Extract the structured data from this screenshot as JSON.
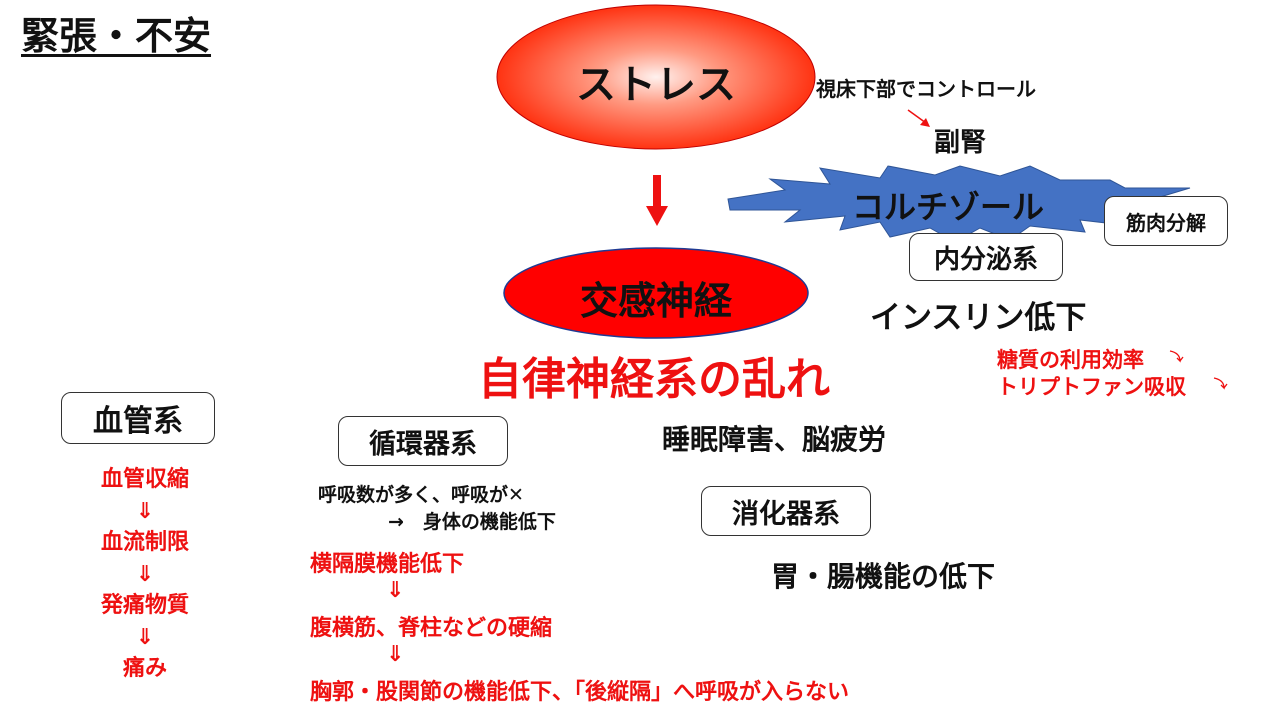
{
  "title": "緊張・不安",
  "stress": "ストレス",
  "hypothalamus": "視床下部でコントロール",
  "adrenal": "副腎",
  "cortisol": "コルチゾール",
  "muscle_breakdown": "筋肉分解",
  "endocrine": "内分泌系",
  "sympathetic": "交感神経",
  "insulin": "インスリン低下",
  "sugar": "糖質の利用効率",
  "tryptophan": "トリプトファン吸収",
  "autonomic": "自律神経系の乱れ",
  "vascular": {
    "label": "血管系",
    "steps": [
      "血管収縮",
      "⇓",
      "血流制限",
      "⇓",
      "発痛物質",
      "⇓",
      "痛み"
    ]
  },
  "circulatory": {
    "label": "循環器系",
    "line1": "呼吸数が多く、呼吸が✕",
    "line2": "→　身体の機能低下",
    "steps": [
      "横隔膜機能低下",
      "⇓",
      "腹横筋、脊柱などの硬縮",
      "⇓",
      "胸郭・股関節の機能低下、「後縦隔」へ呼吸が入らない"
    ]
  },
  "sleep": "睡眠障害、脳疲労",
  "digestive": {
    "label": "消化器系",
    "text": "胃・腸機能の低下"
  },
  "colors": {
    "red": "#ee1111",
    "cortisol_blue": "#4472c4",
    "oval_edge": "#ff0000"
  }
}
